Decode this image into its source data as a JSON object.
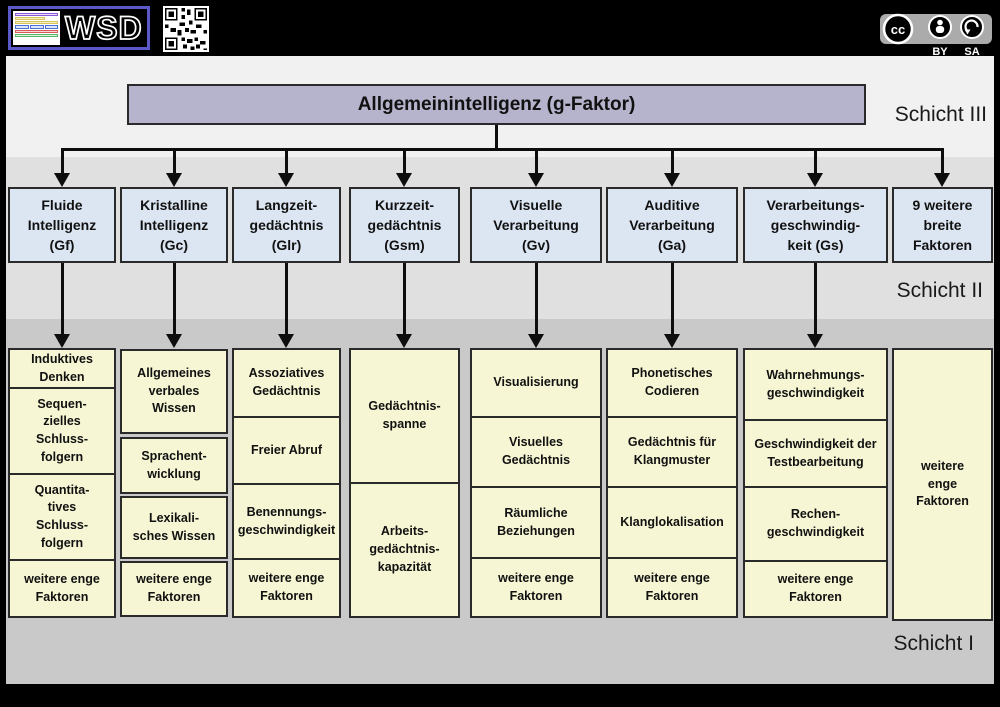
{
  "header": {
    "wsd_logo_text": "WSD",
    "license": {
      "cc_label": "cc",
      "by_label": "BY",
      "sa_label": "SA"
    }
  },
  "title_box": {
    "label": "Allgemeinintelligenz (g-Faktor)"
  },
  "layer_labels": {
    "layer3": "Schicht III",
    "layer2": "Schicht II",
    "layer1": "Schicht I"
  },
  "broad_factors": [
    {
      "label": "Fluide\nIntelligenz\n(Gf)"
    },
    {
      "label": "Kristalline\nIntelligenz\n(Gc)"
    },
    {
      "label": "Langzeit-\ngedächtnis\n(Glr)"
    },
    {
      "label": "Kurzzeit-\ngedächtnis\n(Gsm)"
    },
    {
      "label": "Visuelle\nVerarbeitung\n(Gv)"
    },
    {
      "label": "Auditive\nVerarbeitung\n(Ga)"
    },
    {
      "label": "Verarbeitungs-\ngeschwindig-\nkeit (Gs)"
    },
    {
      "label": "9 weitere\nbreite\nFaktoren"
    }
  ],
  "narrow_columns": [
    {
      "factors": [
        {
          "label": "Induktives\nDenken"
        },
        {
          "label": "Sequen-\nzielles\nSchluss-\nfolgern"
        },
        {
          "label": "Quantita-\ntives\nSchluss-\nfolgern"
        },
        {
          "label": "weitere enge\nFaktoren"
        }
      ]
    },
    {
      "factors": [
        {
          "label": "Allgemeines\nverbales\nWissen"
        },
        {
          "label": "Sprachent-\nwicklung"
        },
        {
          "label": "Lexikali-\nsches Wissen"
        },
        {
          "label": "weitere enge\nFaktoren"
        }
      ]
    },
    {
      "factors": [
        {
          "label": "Assoziatives\nGedächtnis"
        },
        {
          "label": "Freier Abruf"
        },
        {
          "label": "Benennungs-\ngeschwindigkeit"
        },
        {
          "label": "weitere enge\nFaktoren"
        }
      ]
    },
    {
      "factors": [
        {
          "label": "Gedächtnis-\nspanne"
        },
        {
          "label": "Arbeits-\ngedächtnis-\nkapazität"
        }
      ]
    },
    {
      "factors": [
        {
          "label": "Visualisierung"
        },
        {
          "label": "Visuelles\nGedächtnis"
        },
        {
          "label": "Räumliche\nBeziehungen"
        },
        {
          "label": "weitere enge\nFaktoren"
        }
      ]
    },
    {
      "factors": [
        {
          "label": "Phonetisches\nCodieren"
        },
        {
          "label": "Gedächtnis für\nKlangmuster"
        },
        {
          "label": "Klanglokalisation"
        },
        {
          "label": "weitere enge\nFaktoren"
        }
      ]
    },
    {
      "factors": [
        {
          "label": "Wahrnehmungs-\ngeschwindigkeit"
        },
        {
          "label": "Geschwindigkeit der\nTestbearbeitung"
        },
        {
          "label": "Rechen-\ngeschwindigkeit"
        },
        {
          "label": "weitere enge\nFaktoren"
        }
      ]
    },
    {
      "factors": [
        {
          "label": "weitere\nenge\nFaktoren"
        }
      ]
    }
  ],
  "colors": {
    "frame": "#000000",
    "band_top": "#f1f1f1",
    "band_mid": "#e0e0e0",
    "band_bottom": "#c9c9c9",
    "title_box_bg": "#b6b3cc",
    "broad_box_bg": "#dce6f2",
    "narrow_box_bg": "#f6f6d4",
    "box_border": "#2a2a2a",
    "logo_border": "#5b59c8",
    "license_badge_bg": "#ababab"
  }
}
